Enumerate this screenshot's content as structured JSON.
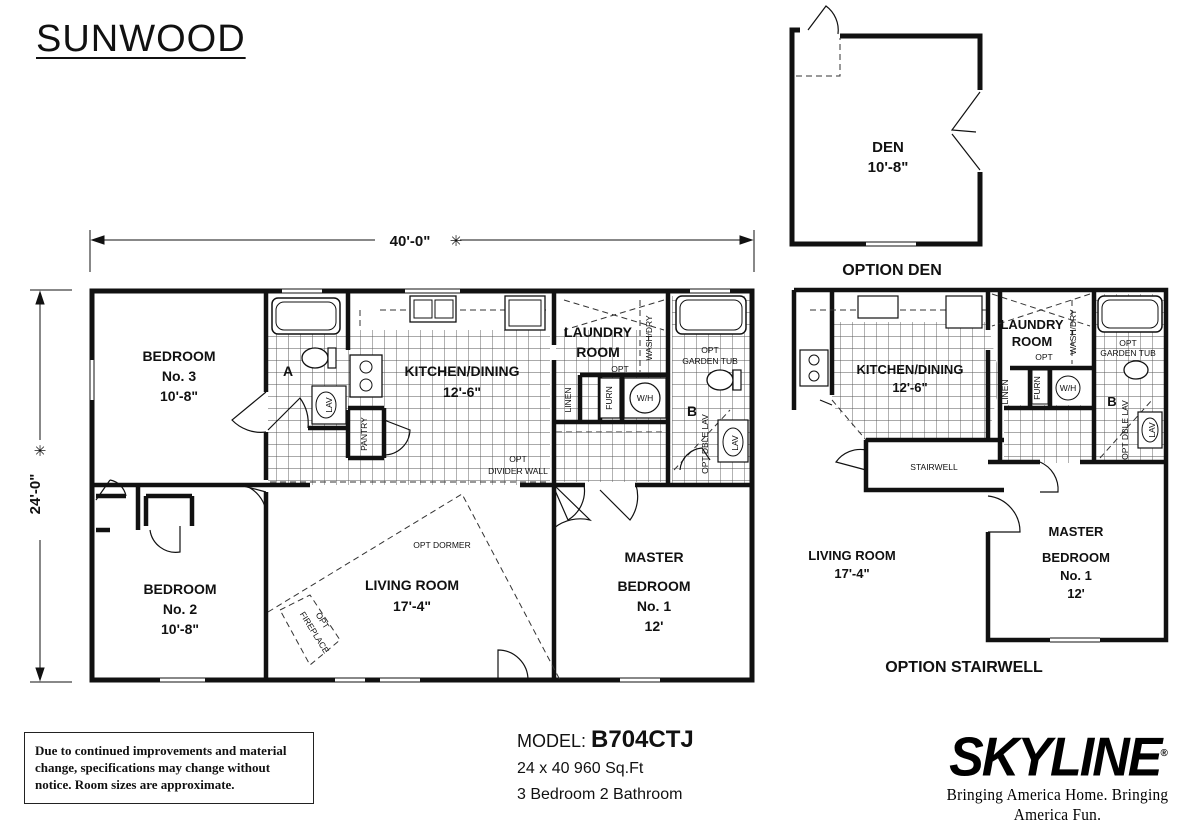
{
  "header": {
    "title": "SUNWOOD"
  },
  "dimensions": {
    "width": "40'-0\"",
    "depth": "24'-0\""
  },
  "rooms": {
    "bedroom3": {
      "name": "BEDROOM",
      "no": "No. 3",
      "size": "10'-8\""
    },
    "bedroom2": {
      "name": "BEDROOM",
      "no": "No. 2",
      "size": "10'-8\""
    },
    "kitchen": {
      "name": "KITCHEN/DINING",
      "size": "12'-6\""
    },
    "laundry": {
      "name1": "LAUNDRY",
      "name2": "ROOM"
    },
    "living": {
      "name": "LIVING ROOM",
      "size": "17'-4\""
    },
    "master": {
      "name1": "MASTER",
      "name2": "BEDROOM",
      "no": "No. 1",
      "size": "12'"
    },
    "den": {
      "name": "DEN",
      "size": "10'-8\""
    }
  },
  "fixtures": {
    "lav": "LAV",
    "pantry": "PANTRY",
    "linen": "LINEN",
    "furn": "FURN",
    "wh": "W/H",
    "opt": "OPT",
    "garden_tub": "GARDEN TUB",
    "wash_dry": "WASH/DRY",
    "opt_dble_lav": "OPT DBLE LAV",
    "opt_divider_wall": "OPT",
    "divider_wall": "DIVIDER WALL",
    "opt_dormer": "OPT DORMER",
    "opt_fireplace_1": "OPT",
    "opt_fireplace_2": "FIREPLACE",
    "stairwell": "STAIRWELL",
    "bath_a": "A",
    "bath_b": "B"
  },
  "options": {
    "den": "OPTION DEN",
    "stairwell": "OPTION STAIRWELL"
  },
  "model": {
    "label": "MODEL:",
    "code": "B704CTJ",
    "size": "24 x 40  960 Sq.Ft",
    "rooms": "3 Bedroom 2 Bathroom"
  },
  "disclaimer": "Due to continued improvements and material change, specifications may change without notice. Room sizes are approximate.",
  "brand": {
    "logo": "SKYLINE",
    "reg": "®",
    "tagline": "Bringing America Home. Bringing America Fun."
  }
}
